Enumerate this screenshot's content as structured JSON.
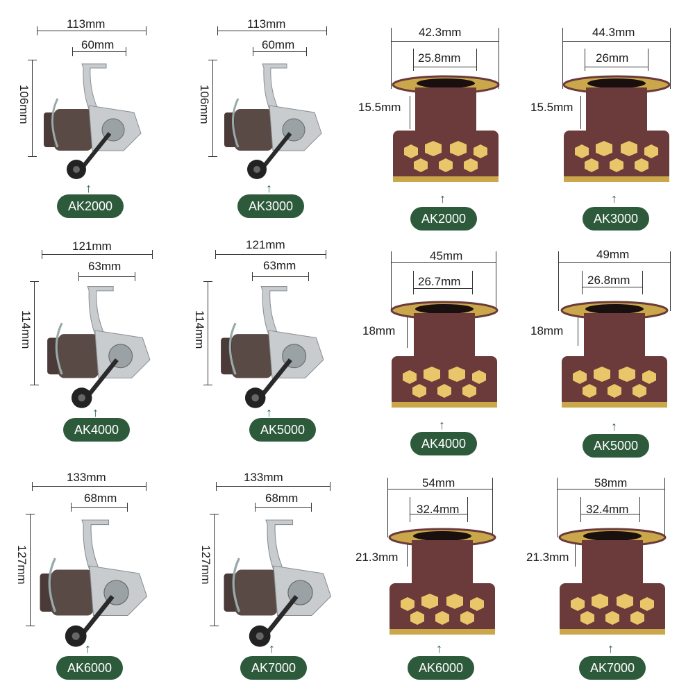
{
  "colors": {
    "badge": "#2e5a3c",
    "reel_silver": "#c8cccf",
    "reel_dark": "#2a2a2a",
    "spool_bronze": "#6b3a3a",
    "spool_gold": "#c9a74a"
  },
  "reels": [
    {
      "model": "AK2000",
      "width": "113mm",
      "spool_len": "60mm",
      "height": "106mm"
    },
    {
      "model": "AK3000",
      "width": "113mm",
      "spool_len": "60mm",
      "height": "106mm"
    },
    {
      "model": "AK4000",
      "width": "121mm",
      "spool_len": "63mm",
      "height": "114mm"
    },
    {
      "model": "AK5000",
      "width": "121mm",
      "spool_len": "63mm",
      "height": "114mm"
    },
    {
      "model": "AK6000",
      "width": "133mm",
      "spool_len": "68mm",
      "height": "127mm"
    },
    {
      "model": "AK7000",
      "width": "133mm",
      "spool_len": "68mm",
      "height": "127mm"
    }
  ],
  "spools": [
    {
      "model": "AK2000",
      "outer": "42.3mm",
      "inner": "25.8mm",
      "depth": "15.5mm"
    },
    {
      "model": "AK3000",
      "outer": "44.3mm",
      "inner": "26mm",
      "depth": "15.5mm"
    },
    {
      "model": "AK4000",
      "outer": "45mm",
      "inner": "26.7mm",
      "depth": "18mm"
    },
    {
      "model": "AK5000",
      "outer": "49mm",
      "inner": "26.8mm",
      "depth": "18mm"
    },
    {
      "model": "AK6000",
      "outer": "54mm",
      "inner": "32.4mm",
      "depth": "21.3mm"
    },
    {
      "model": "AK7000",
      "outer": "58mm",
      "inner": "32.4mm",
      "depth": "21.3mm"
    }
  ]
}
